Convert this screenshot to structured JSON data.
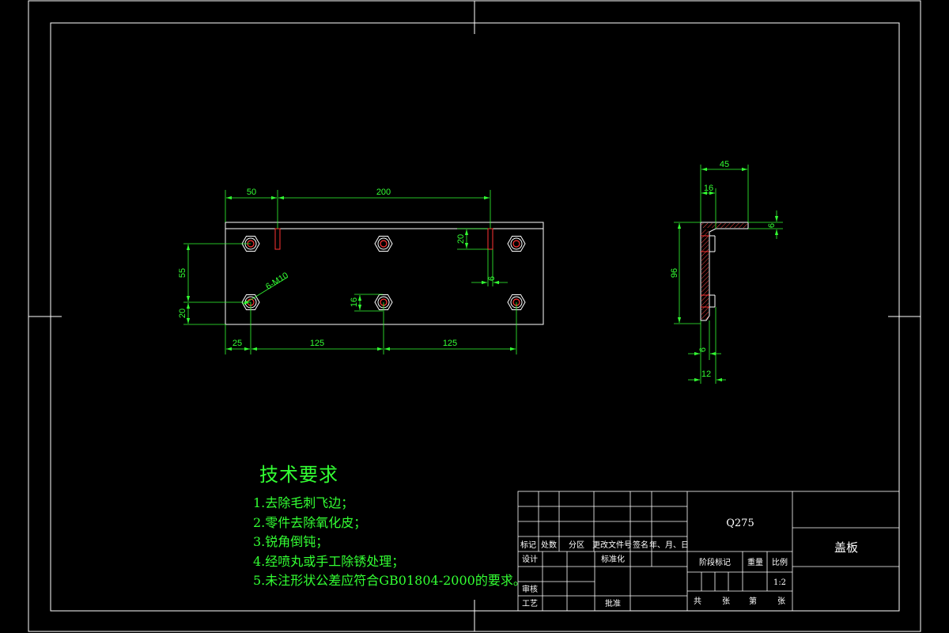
{
  "drawing": {
    "colors": {
      "background": "#000000",
      "frame": "#ffffff",
      "dimension": "#33ff33",
      "text_green": "#33ff33",
      "hole_red": "#ff3333",
      "hatch": "#ff4444"
    }
  },
  "front_view": {
    "dims": {
      "d50": "50",
      "d200": "200",
      "d20_slot": "20",
      "d6_slot": "6",
      "d55": "55",
      "d20_edge": "20",
      "d16": "16",
      "d25": "25",
      "d125_a": "125",
      "d125_b": "125"
    },
    "hole_callout": "6-M10"
  },
  "side_view": {
    "dims": {
      "d45": "45",
      "d16": "16",
      "d6_top": "6",
      "d96": "96",
      "d6_bottom": "6",
      "d12": "12"
    }
  },
  "tech_requirements": {
    "title": "技术要求",
    "items": [
      "1.去除毛刺飞边；",
      "2.零件去除氧化皮；",
      "3.锐角倒钝；",
      "4.经喷丸或手工除锈处理；",
      "5.未注形状公差应符合GB01804-2000的要求。"
    ]
  },
  "title_block": {
    "material": "Q275",
    "part_name": "盖板",
    "scale_value": "1:2",
    "header_row": [
      "标记",
      "处数",
      "分区",
      "更改文件号",
      "签名",
      "年、月、日"
    ],
    "design": "设计",
    "standardize": "标准化",
    "review": "审核",
    "process": "工艺",
    "approve": "批准",
    "stage_mark": "阶段标记",
    "weight": "重量",
    "scale": "比例",
    "total_sheets": "共",
    "sheet_unit_a": "张",
    "sheet_no": "第",
    "sheet_unit_b": "张"
  }
}
